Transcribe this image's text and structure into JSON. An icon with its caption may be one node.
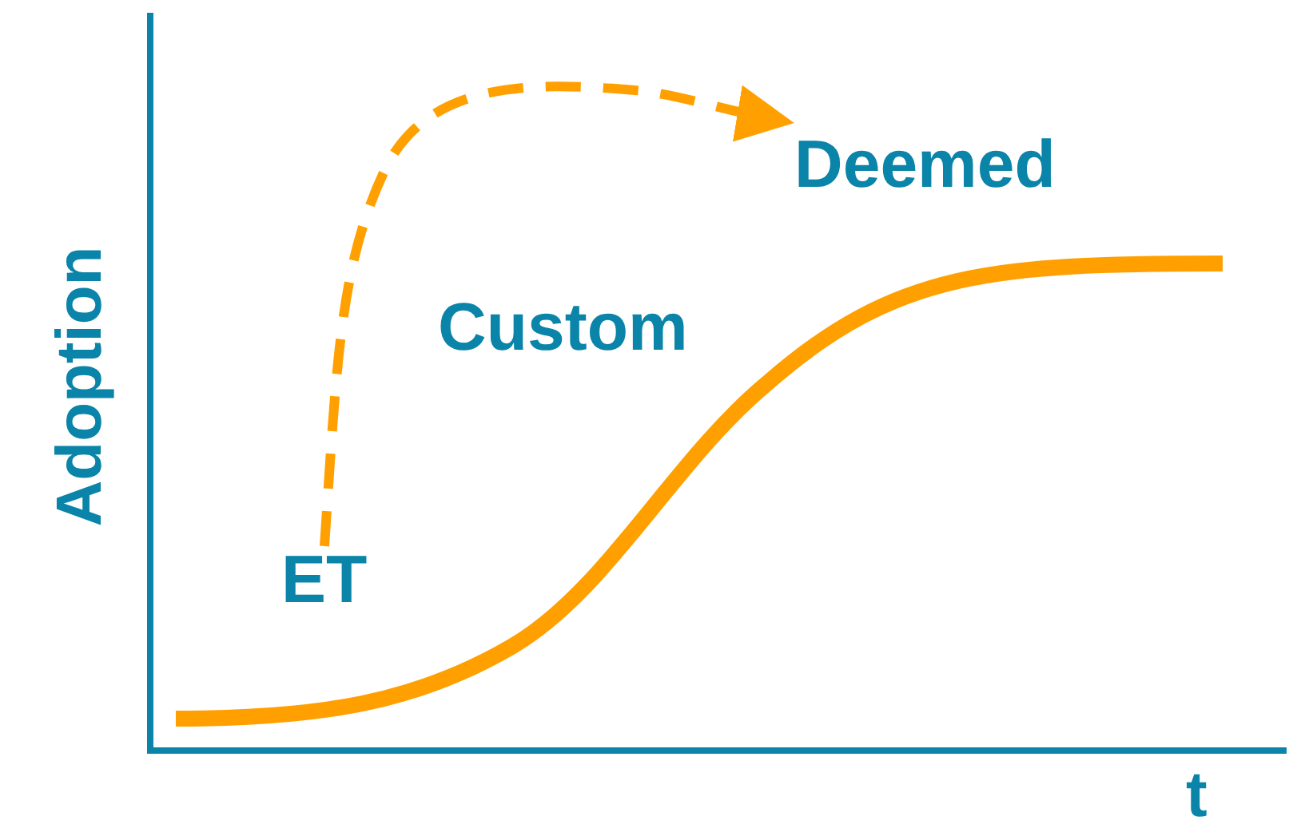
{
  "diagram": {
    "nodes": [
      {
        "text": [
          "ET"
        ]
      },
      {
        "text": [
          "Deemed"
        ]
      }
    ],
    "edges": [
      {
        "from": 0,
        "to": 1,
        "arrow": "to",
        "style": "dashed"
      }
    ],
    "labels": [
      "Custom",
      "Adoption",
      "t"
    ]
  }
}
